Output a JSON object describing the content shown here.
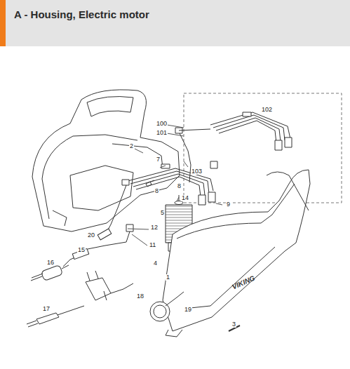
{
  "diagram": {
    "title": "A - Housing, Electric motor",
    "labels": [
      "100",
      "101",
      "102",
      "103",
      "2",
      "7",
      "8",
      "8",
      "14",
      "5",
      "9",
      "12",
      "11",
      "20",
      "15",
      "16",
      "18",
      "17",
      "19",
      "4",
      "1",
      "3",
      "VIKING"
    ]
  }
}
